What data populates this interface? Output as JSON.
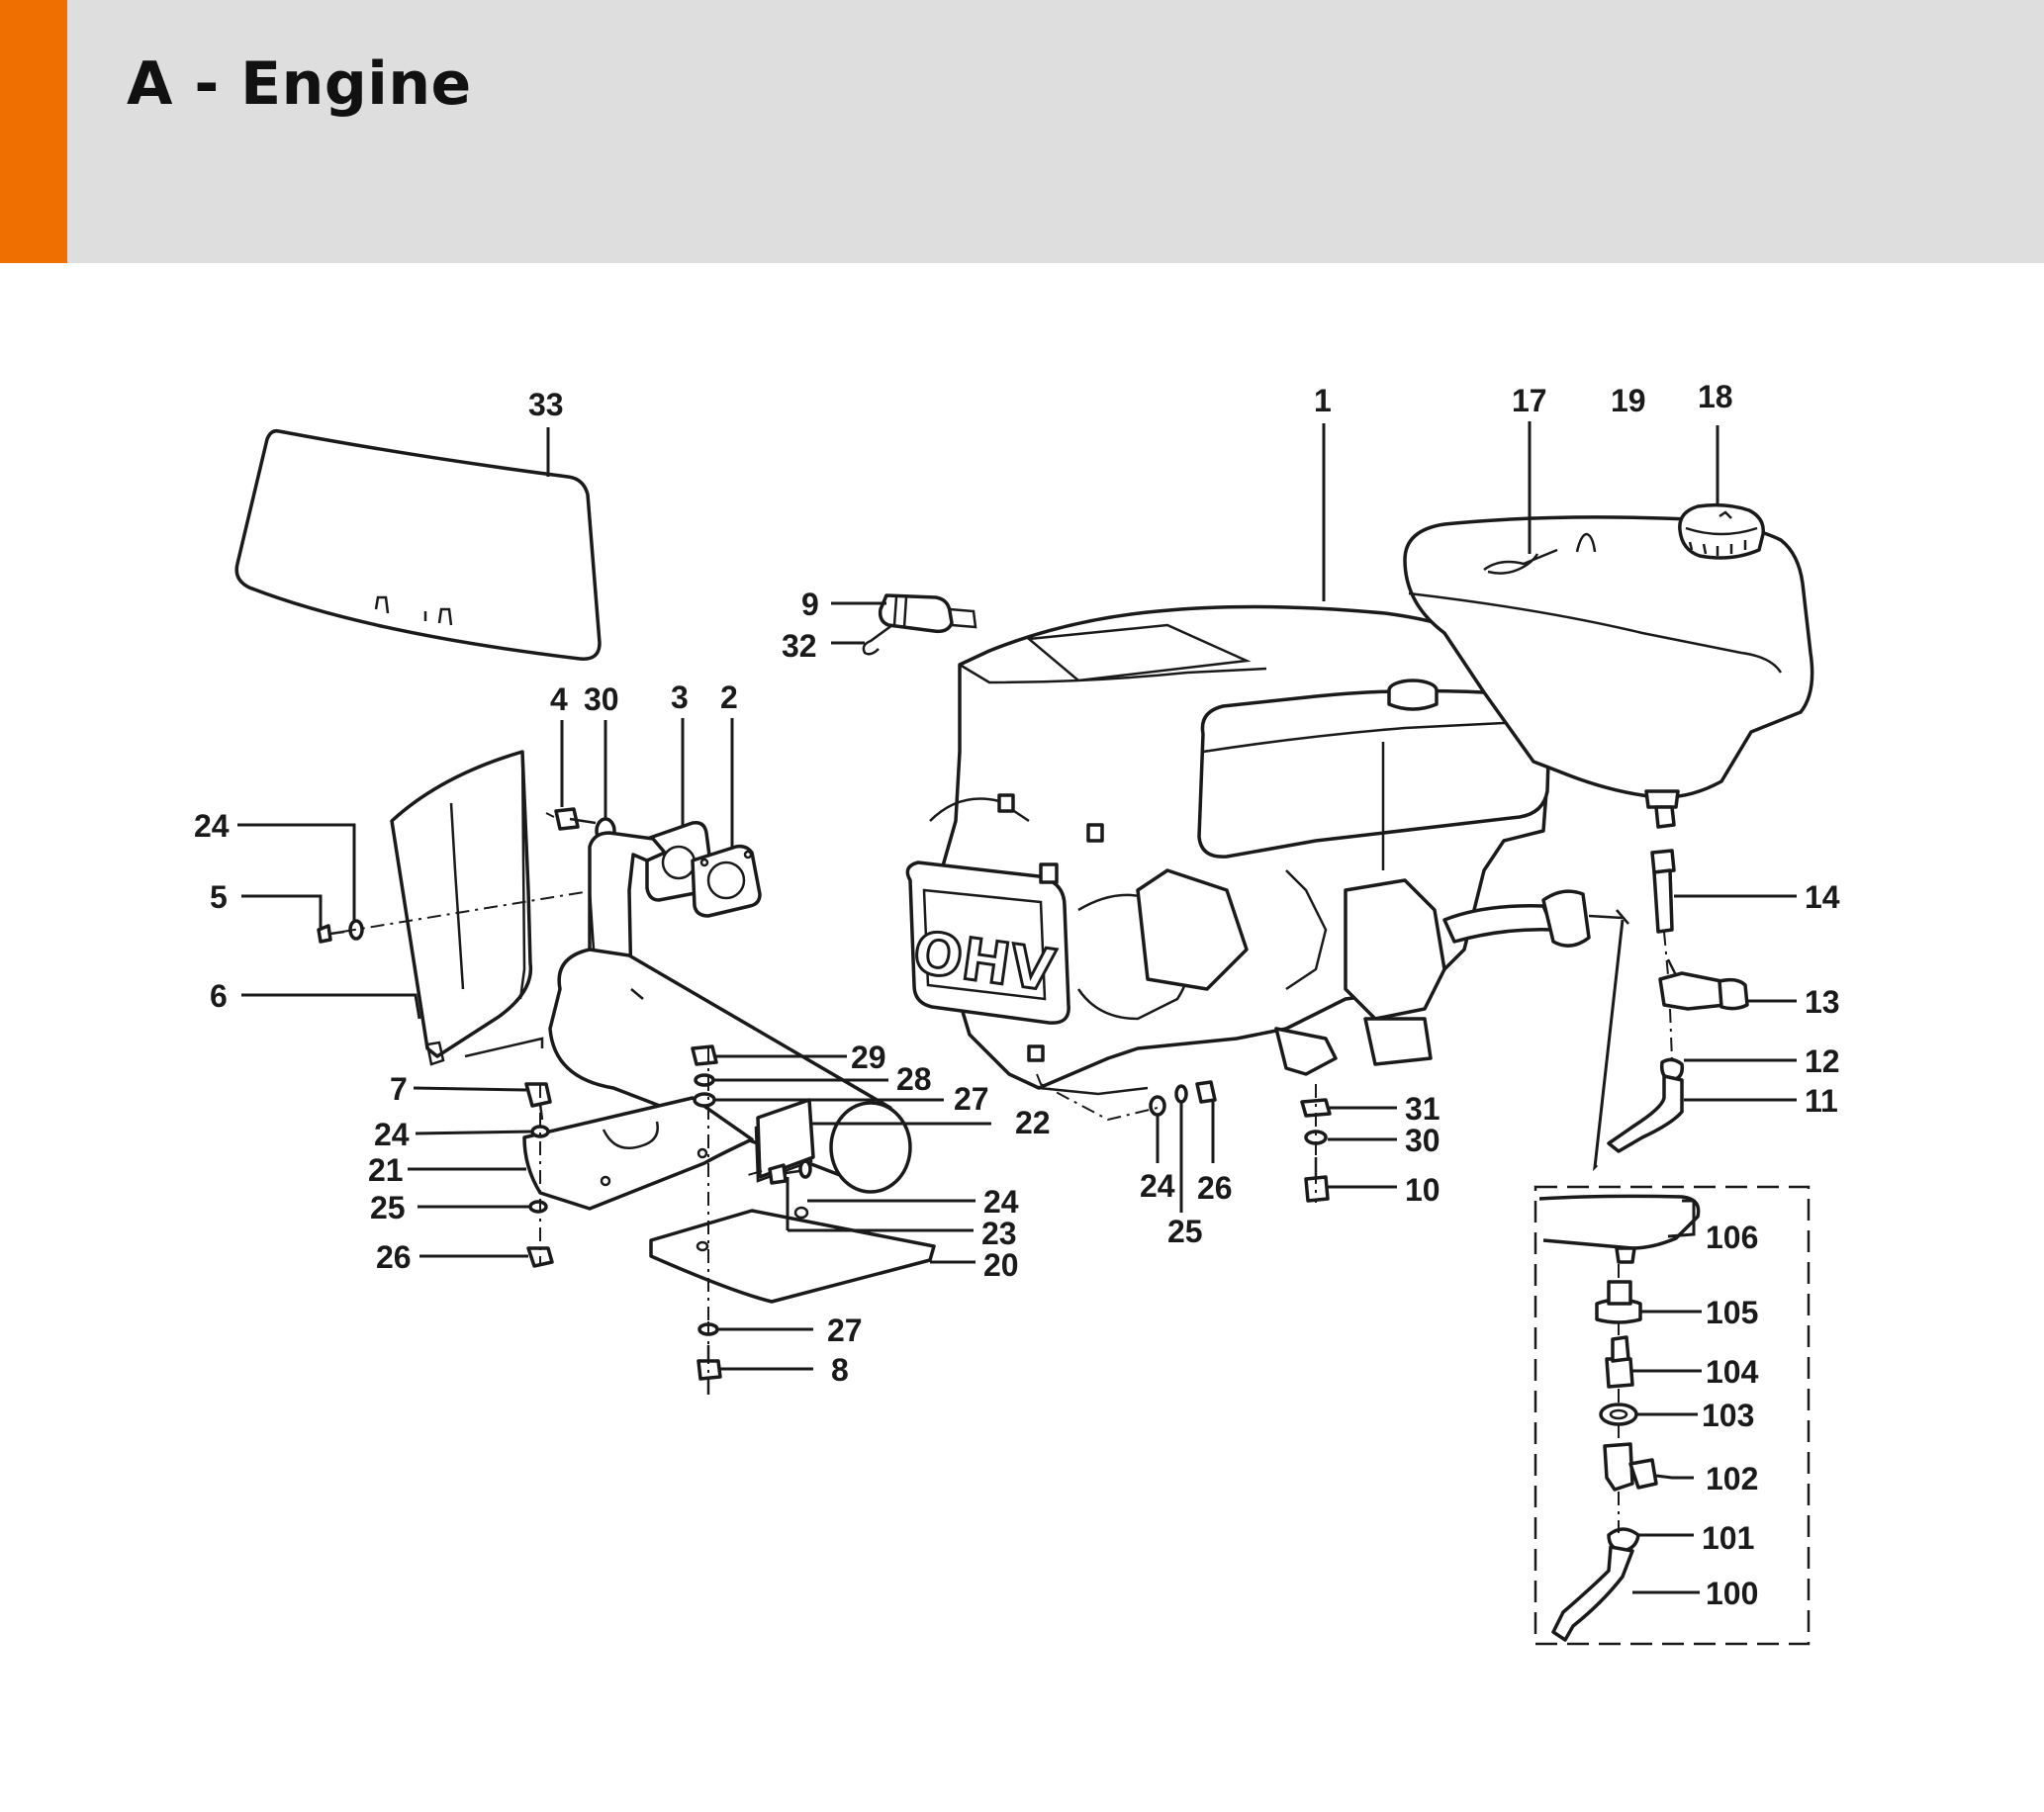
{
  "header": {
    "title": "A - Engine",
    "accent_color": "#ef7000",
    "background_color": "#dddedd"
  },
  "diagram": {
    "engine_badge": "OHV",
    "callouts": [
      {
        "id": "c33",
        "label": "33"
      },
      {
        "id": "c1",
        "label": "1"
      },
      {
        "id": "c17",
        "label": "17"
      },
      {
        "id": "c19",
        "label": "19"
      },
      {
        "id": "c18",
        "label": "18"
      },
      {
        "id": "c9",
        "label": "9"
      },
      {
        "id": "c32",
        "label": "32"
      },
      {
        "id": "c4",
        "label": "4"
      },
      {
        "id": "c30a",
        "label": "30"
      },
      {
        "id": "c3",
        "label": "3"
      },
      {
        "id": "c2",
        "label": "2"
      },
      {
        "id": "c24a",
        "label": "24"
      },
      {
        "id": "c5",
        "label": "5"
      },
      {
        "id": "c6",
        "label": "6"
      },
      {
        "id": "c7",
        "label": "7"
      },
      {
        "id": "c24b",
        "label": "24"
      },
      {
        "id": "c21",
        "label": "21"
      },
      {
        "id": "c25a",
        "label": "25"
      },
      {
        "id": "c26a",
        "label": "26"
      },
      {
        "id": "c29",
        "label": "29"
      },
      {
        "id": "c28",
        "label": "28"
      },
      {
        "id": "c27a",
        "label": "27"
      },
      {
        "id": "c22",
        "label": "22"
      },
      {
        "id": "c24c",
        "label": "24"
      },
      {
        "id": "c23",
        "label": "23"
      },
      {
        "id": "c20",
        "label": "20"
      },
      {
        "id": "c27b",
        "label": "27"
      },
      {
        "id": "c8",
        "label": "8"
      },
      {
        "id": "c24d",
        "label": "24"
      },
      {
        "id": "c25b",
        "label": "25"
      },
      {
        "id": "c26b",
        "label": "26"
      },
      {
        "id": "c31",
        "label": "31"
      },
      {
        "id": "c30b",
        "label": "30"
      },
      {
        "id": "c10",
        "label": "10"
      },
      {
        "id": "c14",
        "label": "14"
      },
      {
        "id": "c13",
        "label": "13"
      },
      {
        "id": "c12",
        "label": "12"
      },
      {
        "id": "c11",
        "label": "11"
      },
      {
        "id": "c106",
        "label": "106"
      },
      {
        "id": "c105",
        "label": "105"
      },
      {
        "id": "c104",
        "label": "104"
      },
      {
        "id": "c103",
        "label": "103"
      },
      {
        "id": "c102",
        "label": "102"
      },
      {
        "id": "c101",
        "label": "101"
      },
      {
        "id": "c100",
        "label": "100"
      }
    ]
  }
}
